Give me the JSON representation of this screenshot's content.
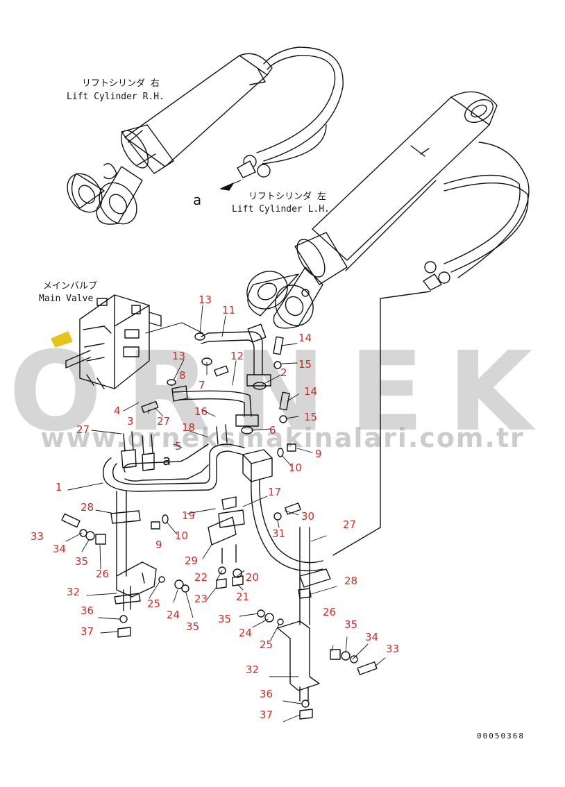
{
  "labels": {
    "lift_rh_jp": "リフトシリンダ 右",
    "lift_rh_en": "Lift Cylinder R.H.",
    "lift_lh_jp": "リフトシリンダ 左",
    "lift_lh_en": "Lift Cylinder L.H.",
    "main_valve_jp": "メインバルブ",
    "main_valve_en": "Main Valve",
    "view_a_top": "a",
    "view_a_mid": "a"
  },
  "watermark": {
    "brand": "ORNEK",
    "url": "www.orneksmakinalari.com.tr"
  },
  "doc_number": "00050368",
  "colors": {
    "line": "#111111",
    "callout": "#d42a1e",
    "watermark": "#b4b4b4",
    "accent": "#e8c31a"
  },
  "callouts": [
    {
      "n": "13"
    },
    {
      "n": "11"
    },
    {
      "n": "14"
    },
    {
      "n": "15"
    },
    {
      "n": "13"
    },
    {
      "n": "8"
    },
    {
      "n": "12"
    },
    {
      "n": "2"
    },
    {
      "n": "7"
    },
    {
      "n": "14"
    },
    {
      "n": "4"
    },
    {
      "n": "3"
    },
    {
      "n": "27"
    },
    {
      "n": "16"
    },
    {
      "n": "15"
    },
    {
      "n": "27"
    },
    {
      "n": "18"
    },
    {
      "n": "6"
    },
    {
      "n": "5"
    },
    {
      "n": "9"
    },
    {
      "n": "10"
    },
    {
      "n": "1"
    },
    {
      "n": "17"
    },
    {
      "n": "28"
    },
    {
      "n": "19"
    },
    {
      "n": "30"
    },
    {
      "n": "10"
    },
    {
      "n": "33"
    },
    {
      "n": "9"
    },
    {
      "n": "31"
    },
    {
      "n": "27"
    },
    {
      "n": "34"
    },
    {
      "n": "35"
    },
    {
      "n": "26"
    },
    {
      "n": "29"
    },
    {
      "n": "22"
    },
    {
      "n": "20"
    },
    {
      "n": "28"
    },
    {
      "n": "32"
    },
    {
      "n": "25"
    },
    {
      "n": "23"
    },
    {
      "n": "21"
    },
    {
      "n": "24"
    },
    {
      "n": "35"
    },
    {
      "n": "36"
    },
    {
      "n": "35"
    },
    {
      "n": "26"
    },
    {
      "n": "37"
    },
    {
      "n": "24"
    },
    {
      "n": "35"
    },
    {
      "n": "25"
    },
    {
      "n": "34"
    },
    {
      "n": "33"
    },
    {
      "n": "32"
    },
    {
      "n": "36"
    },
    {
      "n": "37"
    }
  ]
}
